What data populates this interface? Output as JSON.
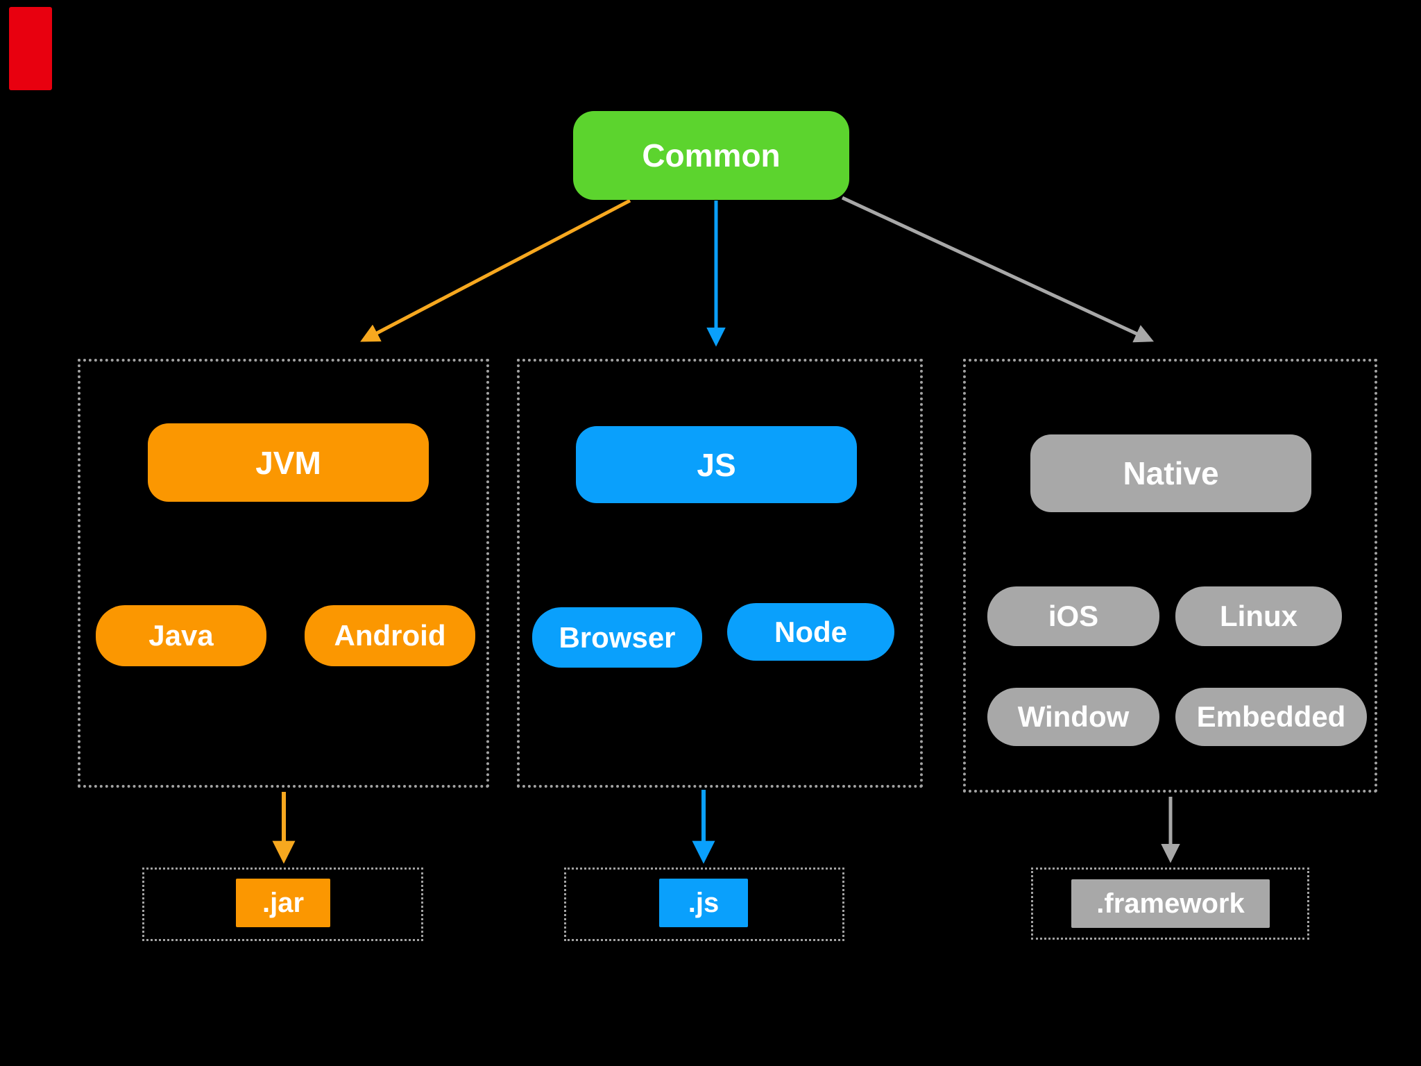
{
  "diagram": {
    "title_hint": "source-set to target platforms flow",
    "background": "#000000",
    "dash_color": "#a3a3a3",
    "corner_marker_color": "#e8000f",
    "root": {
      "label": "Common",
      "color": "#5cd42e"
    },
    "groups": [
      {
        "label": "JVM",
        "color": "#fb9701",
        "arrow_color": "#f7a81f",
        "children": [
          "Java",
          "Android"
        ],
        "artifact": ".jar"
      },
      {
        "label": "JS",
        "color": "#0aa0fc",
        "arrow_color": "#0aa0fc",
        "children": [
          "Browser",
          "Node"
        ],
        "artifact": ".js"
      },
      {
        "label": "Native",
        "color": "#a8a8a8",
        "arrow_color": "#a8a8a8",
        "children": [
          "iOS",
          "Linux",
          "Window",
          "Embedded"
        ],
        "artifact": ".framework"
      }
    ]
  }
}
